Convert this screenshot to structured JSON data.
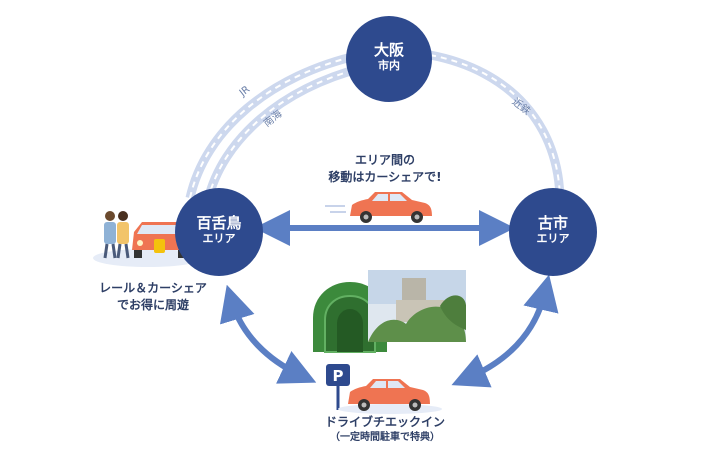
{
  "nodes": {
    "osaka": {
      "line1": "大阪",
      "line2": "市内"
    },
    "mozu": {
      "line1": "百舌鳥",
      "line2": "エリア"
    },
    "furuichi": {
      "line1": "古市",
      "line2": "エリア"
    }
  },
  "routes": {
    "jr": "JR",
    "nankai": "南海",
    "kintetsu": "近鉄"
  },
  "captions": {
    "center_line1": "エリア間の",
    "center_line2": "移動はカーシェアで!",
    "left_line1": "レール＆カーシェア",
    "left_line2": "でお得に周遊",
    "bottom_line1": "ドライブチエックイン",
    "bottom_line2": "（一定時間駐車で特典）"
  },
  "parking_sign": "P",
  "colors": {
    "node": "#2e4a8e",
    "arrow": "#5b7fc4",
    "rail": "#cdd8ee",
    "car": "#ef7452",
    "tunnel": "#3c8a3c"
  }
}
